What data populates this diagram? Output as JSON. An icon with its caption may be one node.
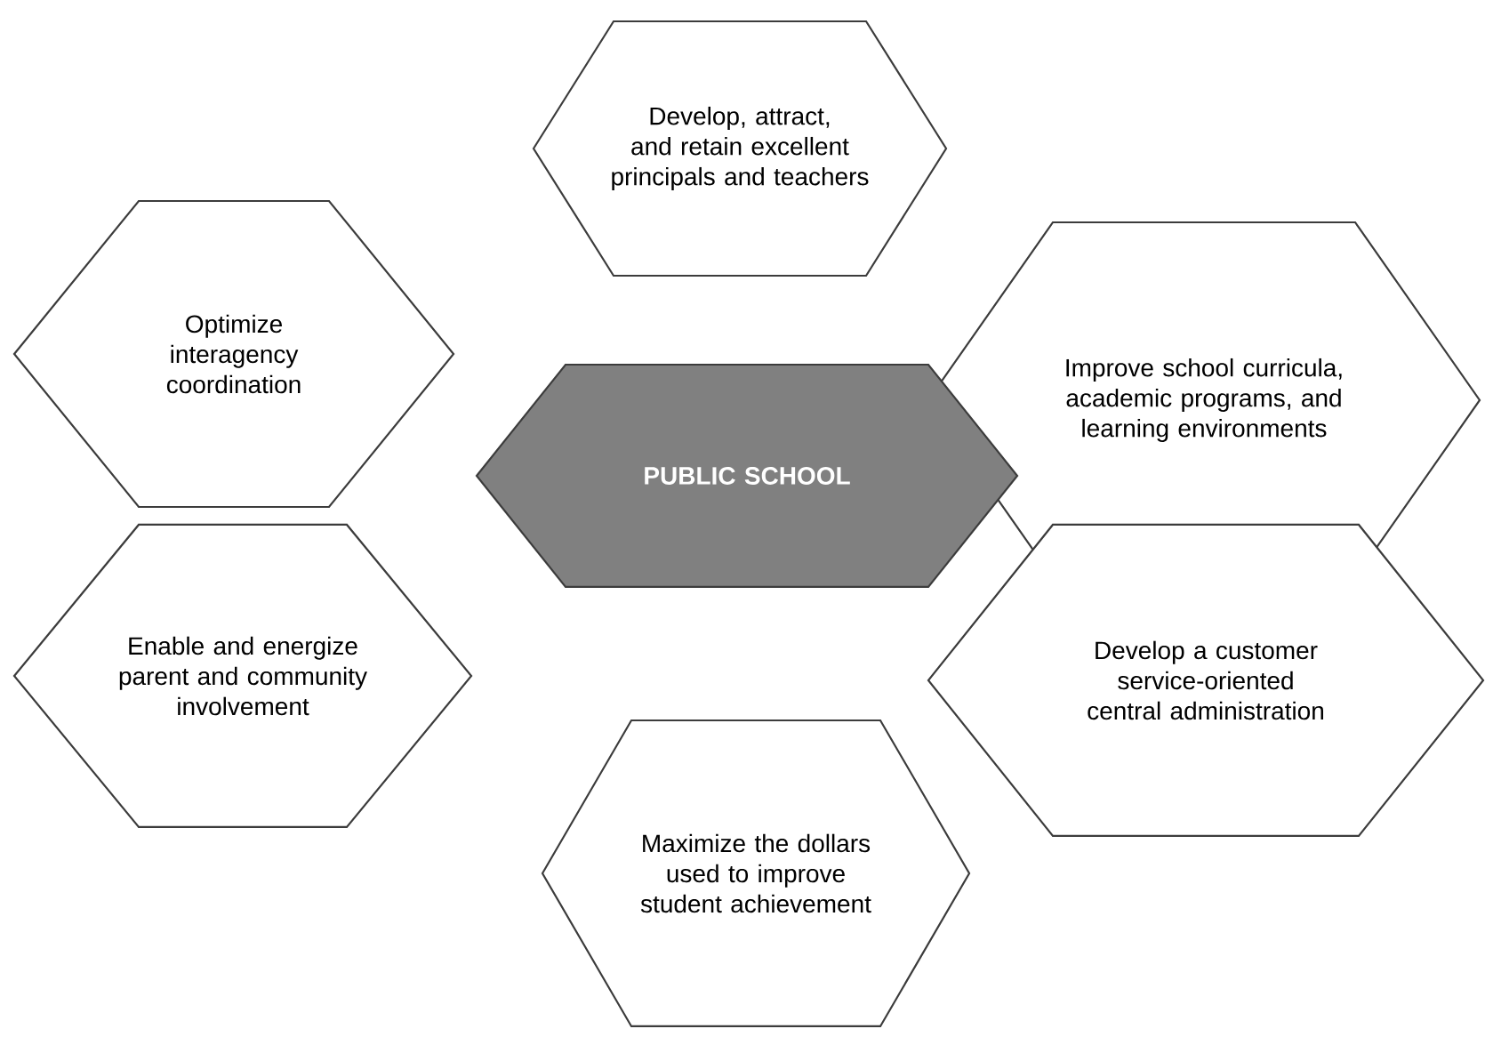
{
  "diagram": {
    "nodes": [
      {
        "text": [
          "Develop, attract, and retain excellent principals and teachers"
        ]
      },
      {
        "text": [
          "Optimize interagency coordination"
        ]
      },
      {
        "text": [
          "Improve school curricula, academic programs, and learning environments"
        ]
      },
      {
        "text": [
          "PUBLIC SCHOOL"
        ]
      },
      {
        "text": [
          "Enable and energize parent and community involvement"
        ]
      },
      {
        "text": [
          "Develop a customer service-oriented central administration"
        ]
      },
      {
        "text": [
          "Maximize the dollars used to improve student achievement"
        ]
      }
    ]
  }
}
